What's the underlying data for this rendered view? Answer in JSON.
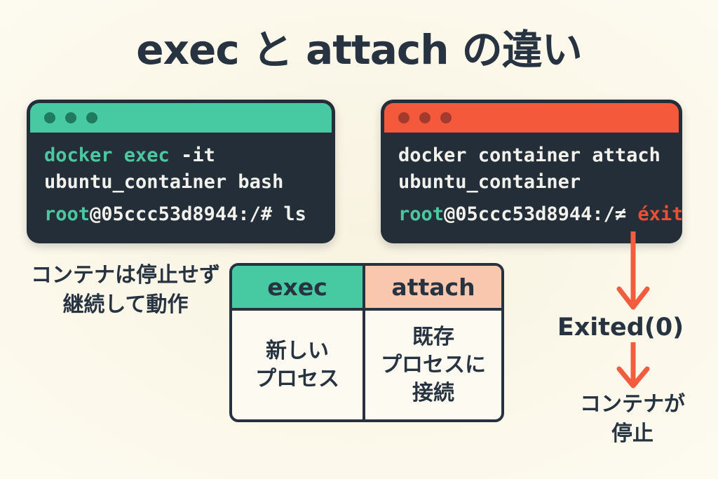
{
  "title": "exec と attach の違い",
  "exec_terminal": {
    "cmd_keyword": "docker exec",
    "cmd_flags": " -it",
    "cmd_line2": "ubuntu_container bash",
    "prompt_user": "root",
    "prompt_rest": "@05ccc53d8944:/# ls"
  },
  "attach_terminal": {
    "cmd_line1": "docker container attach",
    "cmd_line2": "ubuntu_container",
    "prompt_user": "root",
    "prompt_rest": "@05ccc53d8944:/≠ ",
    "exit_cmd": "éxit"
  },
  "exec_note": {
    "line1": "コンテナは停止せず",
    "line2": "継続して動作"
  },
  "table": {
    "header_exec": "exec",
    "header_attach": "attach",
    "exec_cell": [
      "新しい",
      "プロセス"
    ],
    "attach_cell": [
      "既存",
      "プロセスに",
      "接続"
    ]
  },
  "flow": {
    "exited": "Exited(0)",
    "stopped_line1": "コンテナが",
    "stopped_line2": "停止"
  },
  "colors": {
    "background": "#f8f3e1",
    "dark_navy": "#273340",
    "terminal_bg": "#242e38",
    "green": "#47c9a2",
    "orange": "#f5593c",
    "salmon": "#f9c7ae",
    "red_text": "#ea4f35",
    "arrow": "#f25c3f"
  }
}
